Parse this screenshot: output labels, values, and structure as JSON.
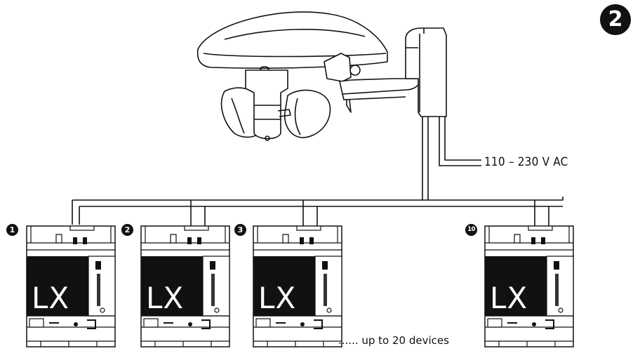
{
  "step_number": "2",
  "power_label": "110 – 230 V AC",
  "more_devices_label": "...... up to 20 devices",
  "module_logo": "LX",
  "devices": [
    {
      "number": "1"
    },
    {
      "number": "2"
    },
    {
      "number": "3"
    },
    {
      "number": "10"
    }
  ]
}
